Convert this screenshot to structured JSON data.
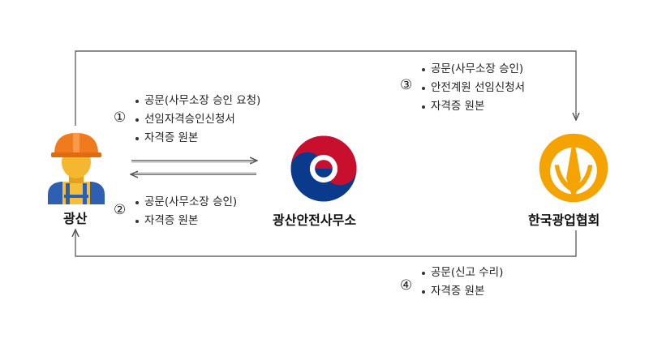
{
  "nodes": {
    "mine": "광산",
    "office": "광산안전사무소",
    "association": "한국광업협회"
  },
  "steps": [
    {
      "num": "①",
      "items": [
        "공문(사무소장 승인 요청)",
        "선임자격승인신청서",
        "자격증 원본"
      ]
    },
    {
      "num": "②",
      "items": [
        "공문(사무소장 승인)",
        "자격증 원본"
      ]
    },
    {
      "num": "③",
      "items": [
        "공문(사무소장 승인)",
        "안전계원 선임신청서",
        "자격증 원본"
      ]
    },
    {
      "num": "④",
      "items": [
        "공문(신고 수리)",
        "자격증 원본"
      ]
    }
  ],
  "colors": {
    "helmet": "#f07a1e",
    "face": "#f5b730",
    "shirt": "#2f5fb0",
    "taeguk_red": "#c8102e",
    "taeguk_blue": "#0a3a8c",
    "logo_gold": "#f4a300"
  }
}
